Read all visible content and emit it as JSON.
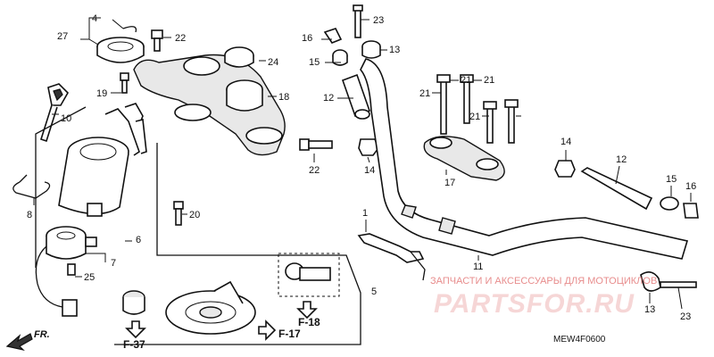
{
  "labels": {
    "p1": "1",
    "p4": "4",
    "p5": "5",
    "p6": "6",
    "p7": "7",
    "p8": "8",
    "p10": "10",
    "p11": "11",
    "p12a": "12",
    "p12b": "12",
    "p13a": "13",
    "p13b": "13",
    "p14a": "14",
    "p14b": "14",
    "p15a": "15",
    "p15b": "15",
    "p16a": "16",
    "p16b": "16",
    "p17": "17",
    "p18": "18",
    "p19": "19",
    "p20": "20",
    "p21a": "21",
    "p21b": "21",
    "p21c": "21",
    "p21d": "21",
    "p22a": "22",
    "p22b": "22",
    "p23a": "23",
    "p23b": "23",
    "p24": "24",
    "p25": "25",
    "p27": "27"
  },
  "refs": {
    "f17": "F-17",
    "f18": "F-18",
    "f37": "F-37"
  },
  "front_label": "FR.",
  "diagram_code": "MEW4F0600",
  "watermark": {
    "tagline": "ЗАПЧАСТИ И АКСЕССУАРЫ ДЛЯ МОТОЦИКЛОВ",
    "brand": "PARTSFOR.RU"
  }
}
